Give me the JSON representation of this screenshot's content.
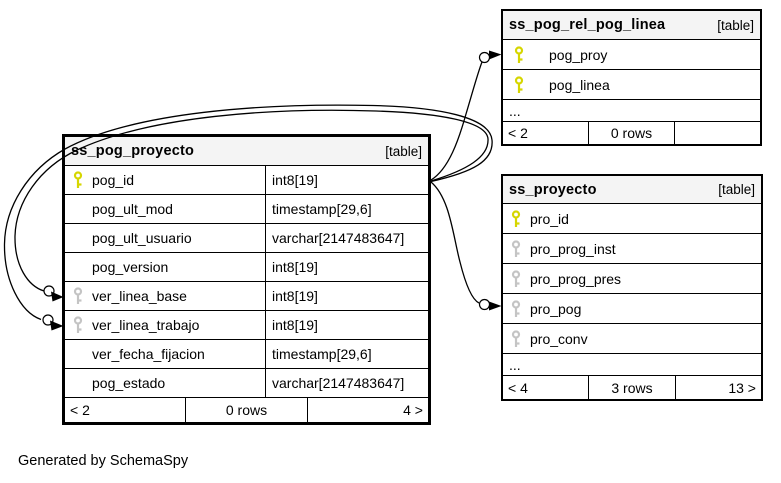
{
  "note": "Generated by SchemaSpy",
  "colors": {
    "primary_key": "#d6d600",
    "implied_key": "#c4c4c4",
    "header_bg": "#f4f4f4",
    "border": "#000000"
  },
  "tables": {
    "rel": {
      "title": "ss_pog_rel_pog_linea",
      "tag": "[table]",
      "columns": [
        {
          "name": "pog_proy",
          "key": "pk"
        },
        {
          "name": "pog_linea",
          "key": "pk"
        }
      ],
      "ellipsis": "...",
      "footer": {
        "left": "< 2",
        "center": "0 rows",
        "right": ""
      }
    },
    "pog": {
      "title": "ss_pog_proyecto",
      "tag": "[table]",
      "columns": [
        {
          "name": "pog_id",
          "type": "int8[19]",
          "key": "pk"
        },
        {
          "name": "pog_ult_mod",
          "type": "timestamp[29,6]",
          "key": ""
        },
        {
          "name": "pog_ult_usuario",
          "type": "varchar[2147483647]",
          "key": ""
        },
        {
          "name": "pog_version",
          "type": "int8[19]",
          "key": ""
        },
        {
          "name": "ver_linea_base",
          "type": "int8[19]",
          "key": "fk"
        },
        {
          "name": "ver_linea_trabajo",
          "type": "int8[19]",
          "key": "fk"
        },
        {
          "name": "ver_fecha_fijacion",
          "type": "timestamp[29,6]",
          "key": ""
        },
        {
          "name": "pog_estado",
          "type": "varchar[2147483647]",
          "key": ""
        }
      ],
      "footer": {
        "left": "< 2",
        "center": "0 rows",
        "right": "4 >"
      }
    },
    "pro": {
      "title": "ss_proyecto",
      "tag": "[table]",
      "columns": [
        {
          "name": "pro_id",
          "key": "pk"
        },
        {
          "name": "pro_prog_inst",
          "key": "fk"
        },
        {
          "name": "pro_prog_pres",
          "key": "fk"
        },
        {
          "name": "pro_pog",
          "key": "fk"
        },
        {
          "name": "pro_conv",
          "key": "fk"
        }
      ],
      "ellipsis": "...",
      "footer": {
        "left": "< 4",
        "center": "3 rows",
        "right": "13 >"
      }
    }
  }
}
